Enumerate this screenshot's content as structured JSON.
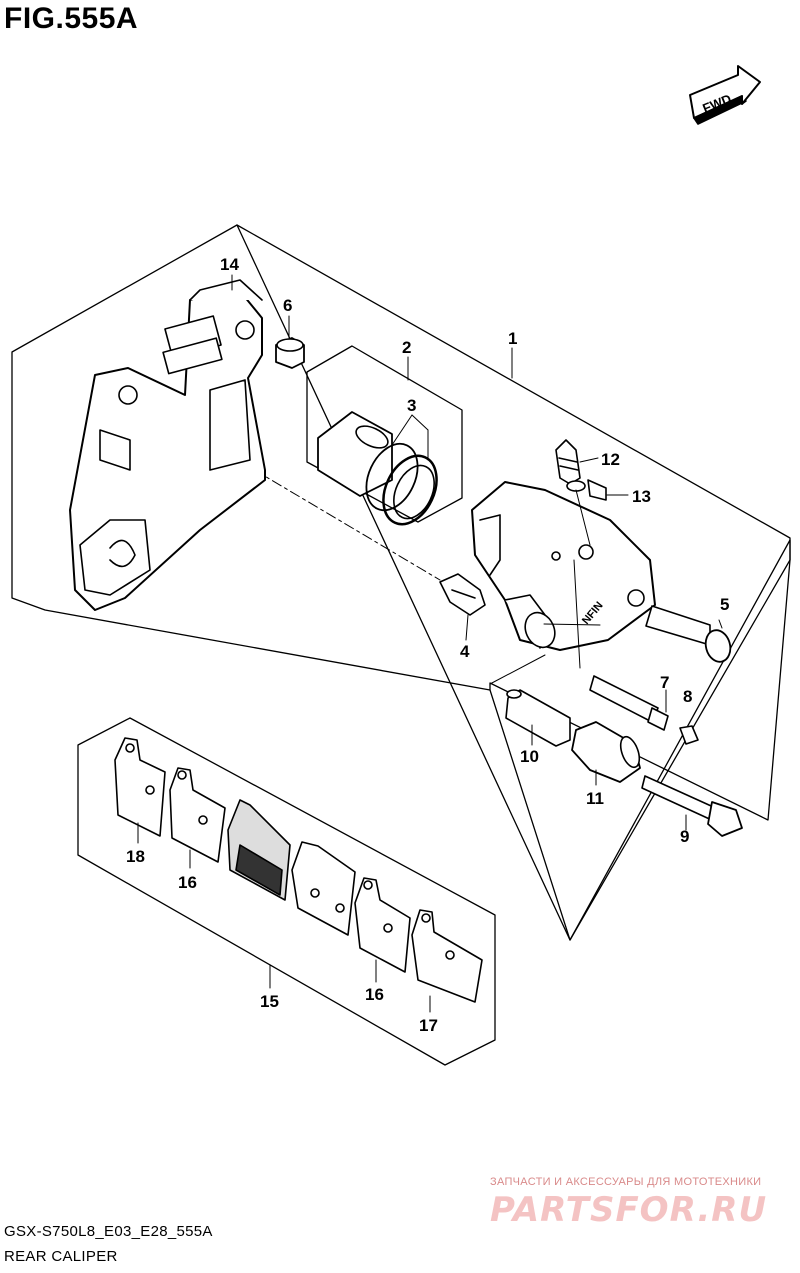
{
  "figure": {
    "title": "FIG.555A",
    "direction_label": "FWD",
    "code": "GSX-S750L8_E03_E28_555A",
    "caption": "REAR CALIPER"
  },
  "callouts": [
    {
      "id": "1",
      "label": "1"
    },
    {
      "id": "2",
      "label": "2"
    },
    {
      "id": "3",
      "label": "3"
    },
    {
      "id": "4",
      "label": "4"
    },
    {
      "id": "5",
      "label": "5"
    },
    {
      "id": "6",
      "label": "6"
    },
    {
      "id": "7",
      "label": "7"
    },
    {
      "id": "8",
      "label": "8"
    },
    {
      "id": "9",
      "label": "9"
    },
    {
      "id": "10",
      "label": "10"
    },
    {
      "id": "11",
      "label": "11"
    },
    {
      "id": "12",
      "label": "12"
    },
    {
      "id": "13",
      "label": "13"
    },
    {
      "id": "14",
      "label": "14"
    },
    {
      "id": "15",
      "label": "15"
    },
    {
      "id": "16a",
      "label": "16"
    },
    {
      "id": "16b",
      "label": "16"
    },
    {
      "id": "17",
      "label": "17"
    },
    {
      "id": "18",
      "label": "18"
    }
  ],
  "part_text": {
    "caliper_marking": "NFIN"
  },
  "watermark": {
    "tagline": "ЗАПЧАСТИ И АКСЕССУАРЫ ДЛЯ МОТОТЕХНИКИ",
    "logo": "PARTSFOR.RU"
  }
}
